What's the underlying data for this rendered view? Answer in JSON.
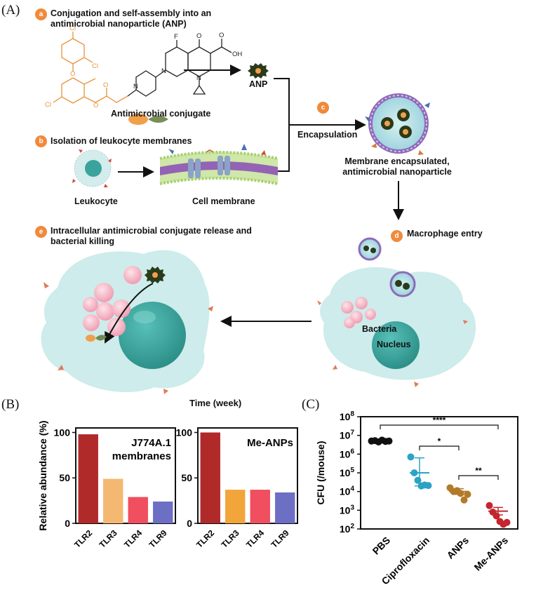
{
  "panels": {
    "a": "(A)",
    "b": "(B)",
    "c": "(C)"
  },
  "steps": {
    "a": {
      "badge": "a",
      "title": "Conjugation and self-assembly into an antimicrobial nanoparticle (ANP)"
    },
    "b": {
      "badge": "b",
      "title": "Isolation of leukocyte membranes"
    },
    "c": {
      "badge": "c",
      "title": "Encapsulation"
    },
    "d": {
      "badge": "d",
      "title": "Macrophage entry"
    },
    "e": {
      "badge": "e",
      "title": "Intracellular antimicrobial conjugate release and bacterial killing"
    }
  },
  "labels": {
    "anp": "ANP",
    "conjugate": "Antimicrobial conjugate",
    "leukocyte": "Leukocyte",
    "cell_membrane": "Cell membrane",
    "encapsulated": "Membrane encapsulated, antimicrobial nanoparticle",
    "bacteria": "Bacteria",
    "nucleus": "Nucleus",
    "time": "Time (week)"
  },
  "molecule": {
    "atoms": [
      "Cl",
      "Cl",
      "Cl",
      "O",
      "O",
      "O",
      "F",
      "O",
      "O",
      "OH",
      "N",
      "N",
      "N"
    ]
  },
  "colors": {
    "badge": "#f08a3c",
    "cell": "#cdeceb",
    "nucleus": "#2e9a92",
    "bacteria": "#f2a9b8",
    "conjugate": "#e8923a"
  },
  "chart_data": [
    {
      "type": "bar",
      "title": "J774A.1 membranes",
      "ylabel": "Relative abundance (%)",
      "categories": [
        "TLR2",
        "TLR3",
        "TLR4",
        "TLR9"
      ],
      "values": [
        98,
        49,
        29,
        24
      ],
      "colors": [
        "#b12a2a",
        "#f4b873",
        "#ef4f5f",
        "#6c6fc4"
      ],
      "ylim": [
        0,
        105
      ],
      "yticks": [
        "0",
        "50",
        "100"
      ]
    },
    {
      "type": "bar",
      "title": "Me-ANPs",
      "categories": [
        "TLR2",
        "TLR3",
        "TLR4",
        "TLR9"
      ],
      "values": [
        100,
        37,
        37,
        34
      ],
      "colors": [
        "#b12a2a",
        "#f2a53a",
        "#ef4f5f",
        "#6c6fc4"
      ],
      "ylim": [
        0,
        105
      ],
      "yticks": [
        "0",
        "50",
        "100"
      ]
    },
    {
      "type": "scatter",
      "ylabel": "CFU (/mouse)",
      "yscale": "log",
      "ylim_exp": [
        2,
        8
      ],
      "ytick_base": "10",
      "yticks_exp": [
        "2",
        "3",
        "4",
        "5",
        "6",
        "7",
        "8"
      ],
      "categories": [
        "PBS",
        "Ciprofloxacin",
        "ANPs",
        "Me-ANPs"
      ],
      "colors": [
        "#111111",
        "#2aa3c4",
        "#b27a2a",
        "#c4262e"
      ],
      "points": [
        [
          6.7,
          6.72,
          6.65,
          6.75,
          6.68,
          6.7
        ],
        [
          5.85,
          5.0,
          4.6,
          4.3,
          4.35,
          4.32
        ],
        [
          4.2,
          4.0,
          4.05,
          3.9,
          3.55,
          3.85
        ],
        [
          3.25,
          2.9,
          2.7,
          2.4,
          2.25,
          2.35
        ]
      ],
      "means": [
        6.7,
        5.0,
        4.0,
        2.95
      ],
      "errors": [
        [
          6.66,
          6.74
        ],
        [
          4.3,
          5.8
        ],
        [
          3.85,
          4.15
        ],
        [
          2.75,
          3.15
        ]
      ],
      "significance": [
        {
          "from": 0,
          "to": 3,
          "label": "****"
        },
        {
          "from": 1,
          "to": 2,
          "label": "*"
        },
        {
          "from": 2,
          "to": 3,
          "label": "**"
        }
      ]
    }
  ]
}
